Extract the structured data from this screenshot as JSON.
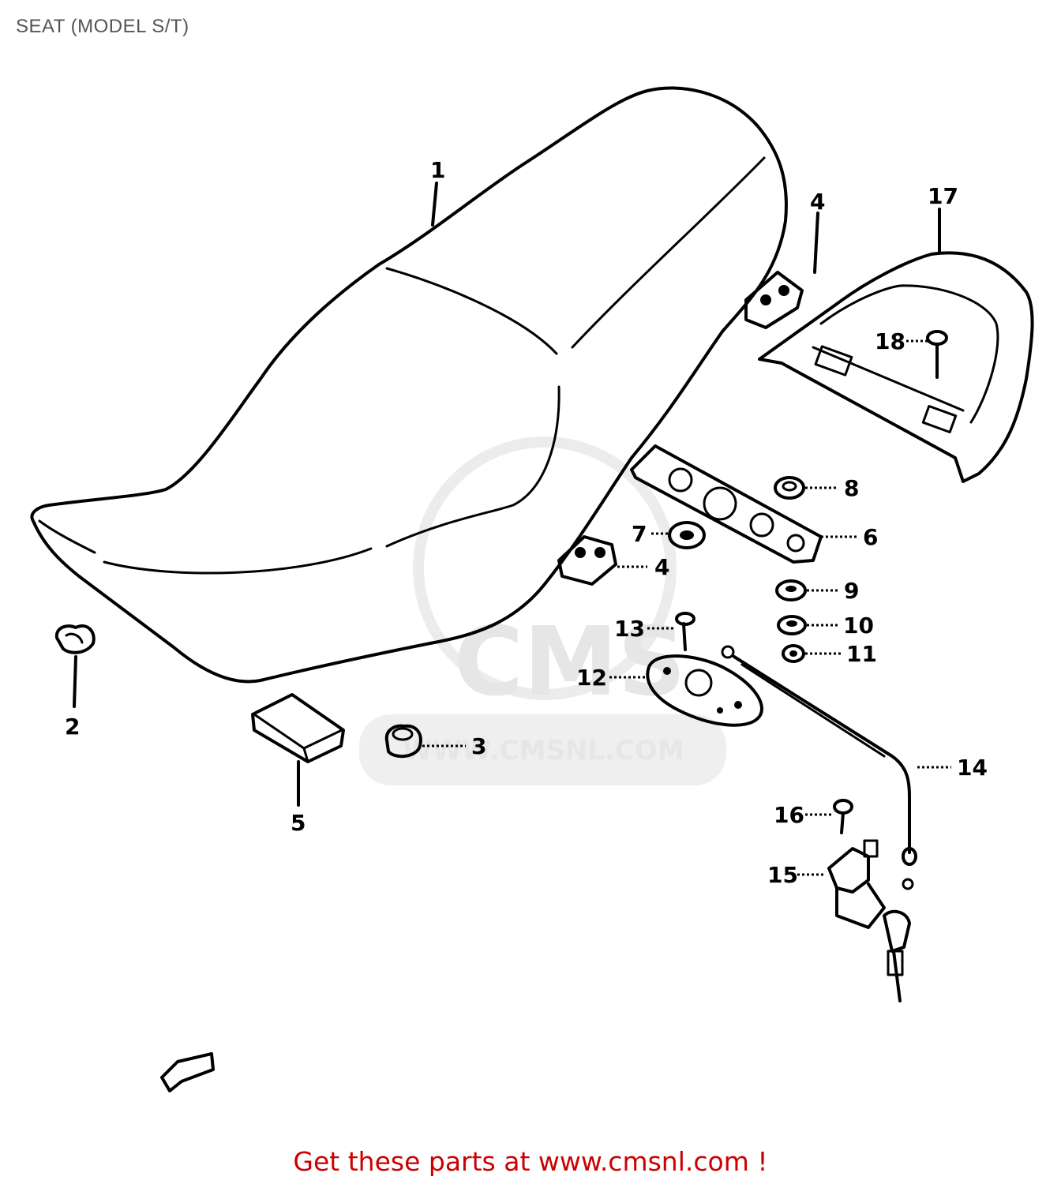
{
  "title": "SEAT (MODEL S/T)",
  "footer": "Get these parts at www.cmsnl.com !",
  "watermark": {
    "logo_text": "CMS",
    "url_text": "WWW.CMSNL.COM",
    "color": "#e6e6e6"
  },
  "colors": {
    "footer": "#cc0000",
    "title": "#555555",
    "line_art": "#000000"
  },
  "callouts": {
    "c1": "1",
    "c2": "2",
    "c3": "3",
    "c4a": "4",
    "c4b": "4",
    "c5": "5",
    "c6": "6",
    "c7": "7",
    "c8": "8",
    "c9": "9",
    "c10": "10",
    "c11": "11",
    "c12": "12",
    "c13": "13",
    "c14": "14",
    "c15": "15",
    "c16": "16",
    "c17": "17",
    "c18": "18"
  }
}
